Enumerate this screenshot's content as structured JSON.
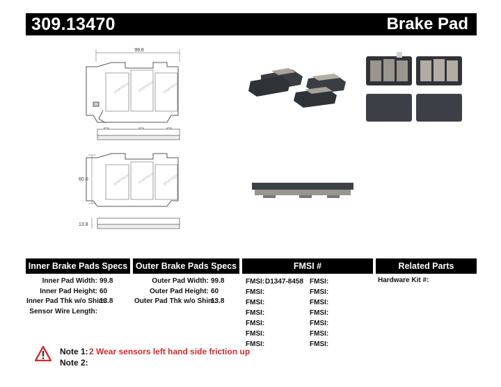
{
  "header": {
    "part_number": "309.13470",
    "category": "Brake Pad"
  },
  "diagram": {
    "width_label": "99.8",
    "height_label": "60.0",
    "thickness_label": "13.8",
    "pad_brand_marking": "STOPTECH"
  },
  "sections": {
    "inner_title": "Inner Brake Pads Specs",
    "outer_title": "Outer Brake Pads Specs",
    "fmsi_title": "FMSI #",
    "related_title": "Related Parts"
  },
  "inner_specs": [
    {
      "label": "Inner Pad Width:",
      "value": "99.8"
    },
    {
      "label": "Inner Pad Height:",
      "value": "60"
    },
    {
      "label": "Inner Pad Thk w/o Shim:",
      "value": "13.8"
    },
    {
      "label": "Sensor Wire Length:",
      "value": ""
    }
  ],
  "outer_specs": [
    {
      "label": "Outer Pad Width:",
      "value": "99.8"
    },
    {
      "label": "Outer Pad Height:",
      "value": "60"
    },
    {
      "label": "Outer Pad Thk w/o Shim:",
      "value": "13.8"
    }
  ],
  "fmsi": [
    {
      "label": "FMSI:",
      "value": "D1347-8458",
      "label2": "FMSI:",
      "value2": ""
    },
    {
      "label": "FMSI:",
      "value": "",
      "label2": "FMSI:",
      "value2": ""
    },
    {
      "label": "FMSI:",
      "value": "",
      "label2": "FMSI:",
      "value2": ""
    },
    {
      "label": "FMSI:",
      "value": "",
      "label2": "FMSI:",
      "value2": ""
    },
    {
      "label": "FMSI:",
      "value": "",
      "label2": "FMSI:",
      "value2": ""
    },
    {
      "label": "FMSI:",
      "value": "",
      "label2": "FMSI:",
      "value2": ""
    },
    {
      "label": "FMSI:",
      "value": "",
      "label2": "FMSI:",
      "value2": ""
    }
  ],
  "related": {
    "hardware_label": "Hardware Kit #:",
    "hardware_value": ""
  },
  "notes": [
    {
      "label": "Note 1:",
      "text": "2 Wear sensors left hand side friction up"
    },
    {
      "label": "Note 2:",
      "text": ""
    }
  ],
  "colors": {
    "header_bg": "#000000",
    "note_text": "#d42a2a",
    "warning": "#d42a2a"
  }
}
